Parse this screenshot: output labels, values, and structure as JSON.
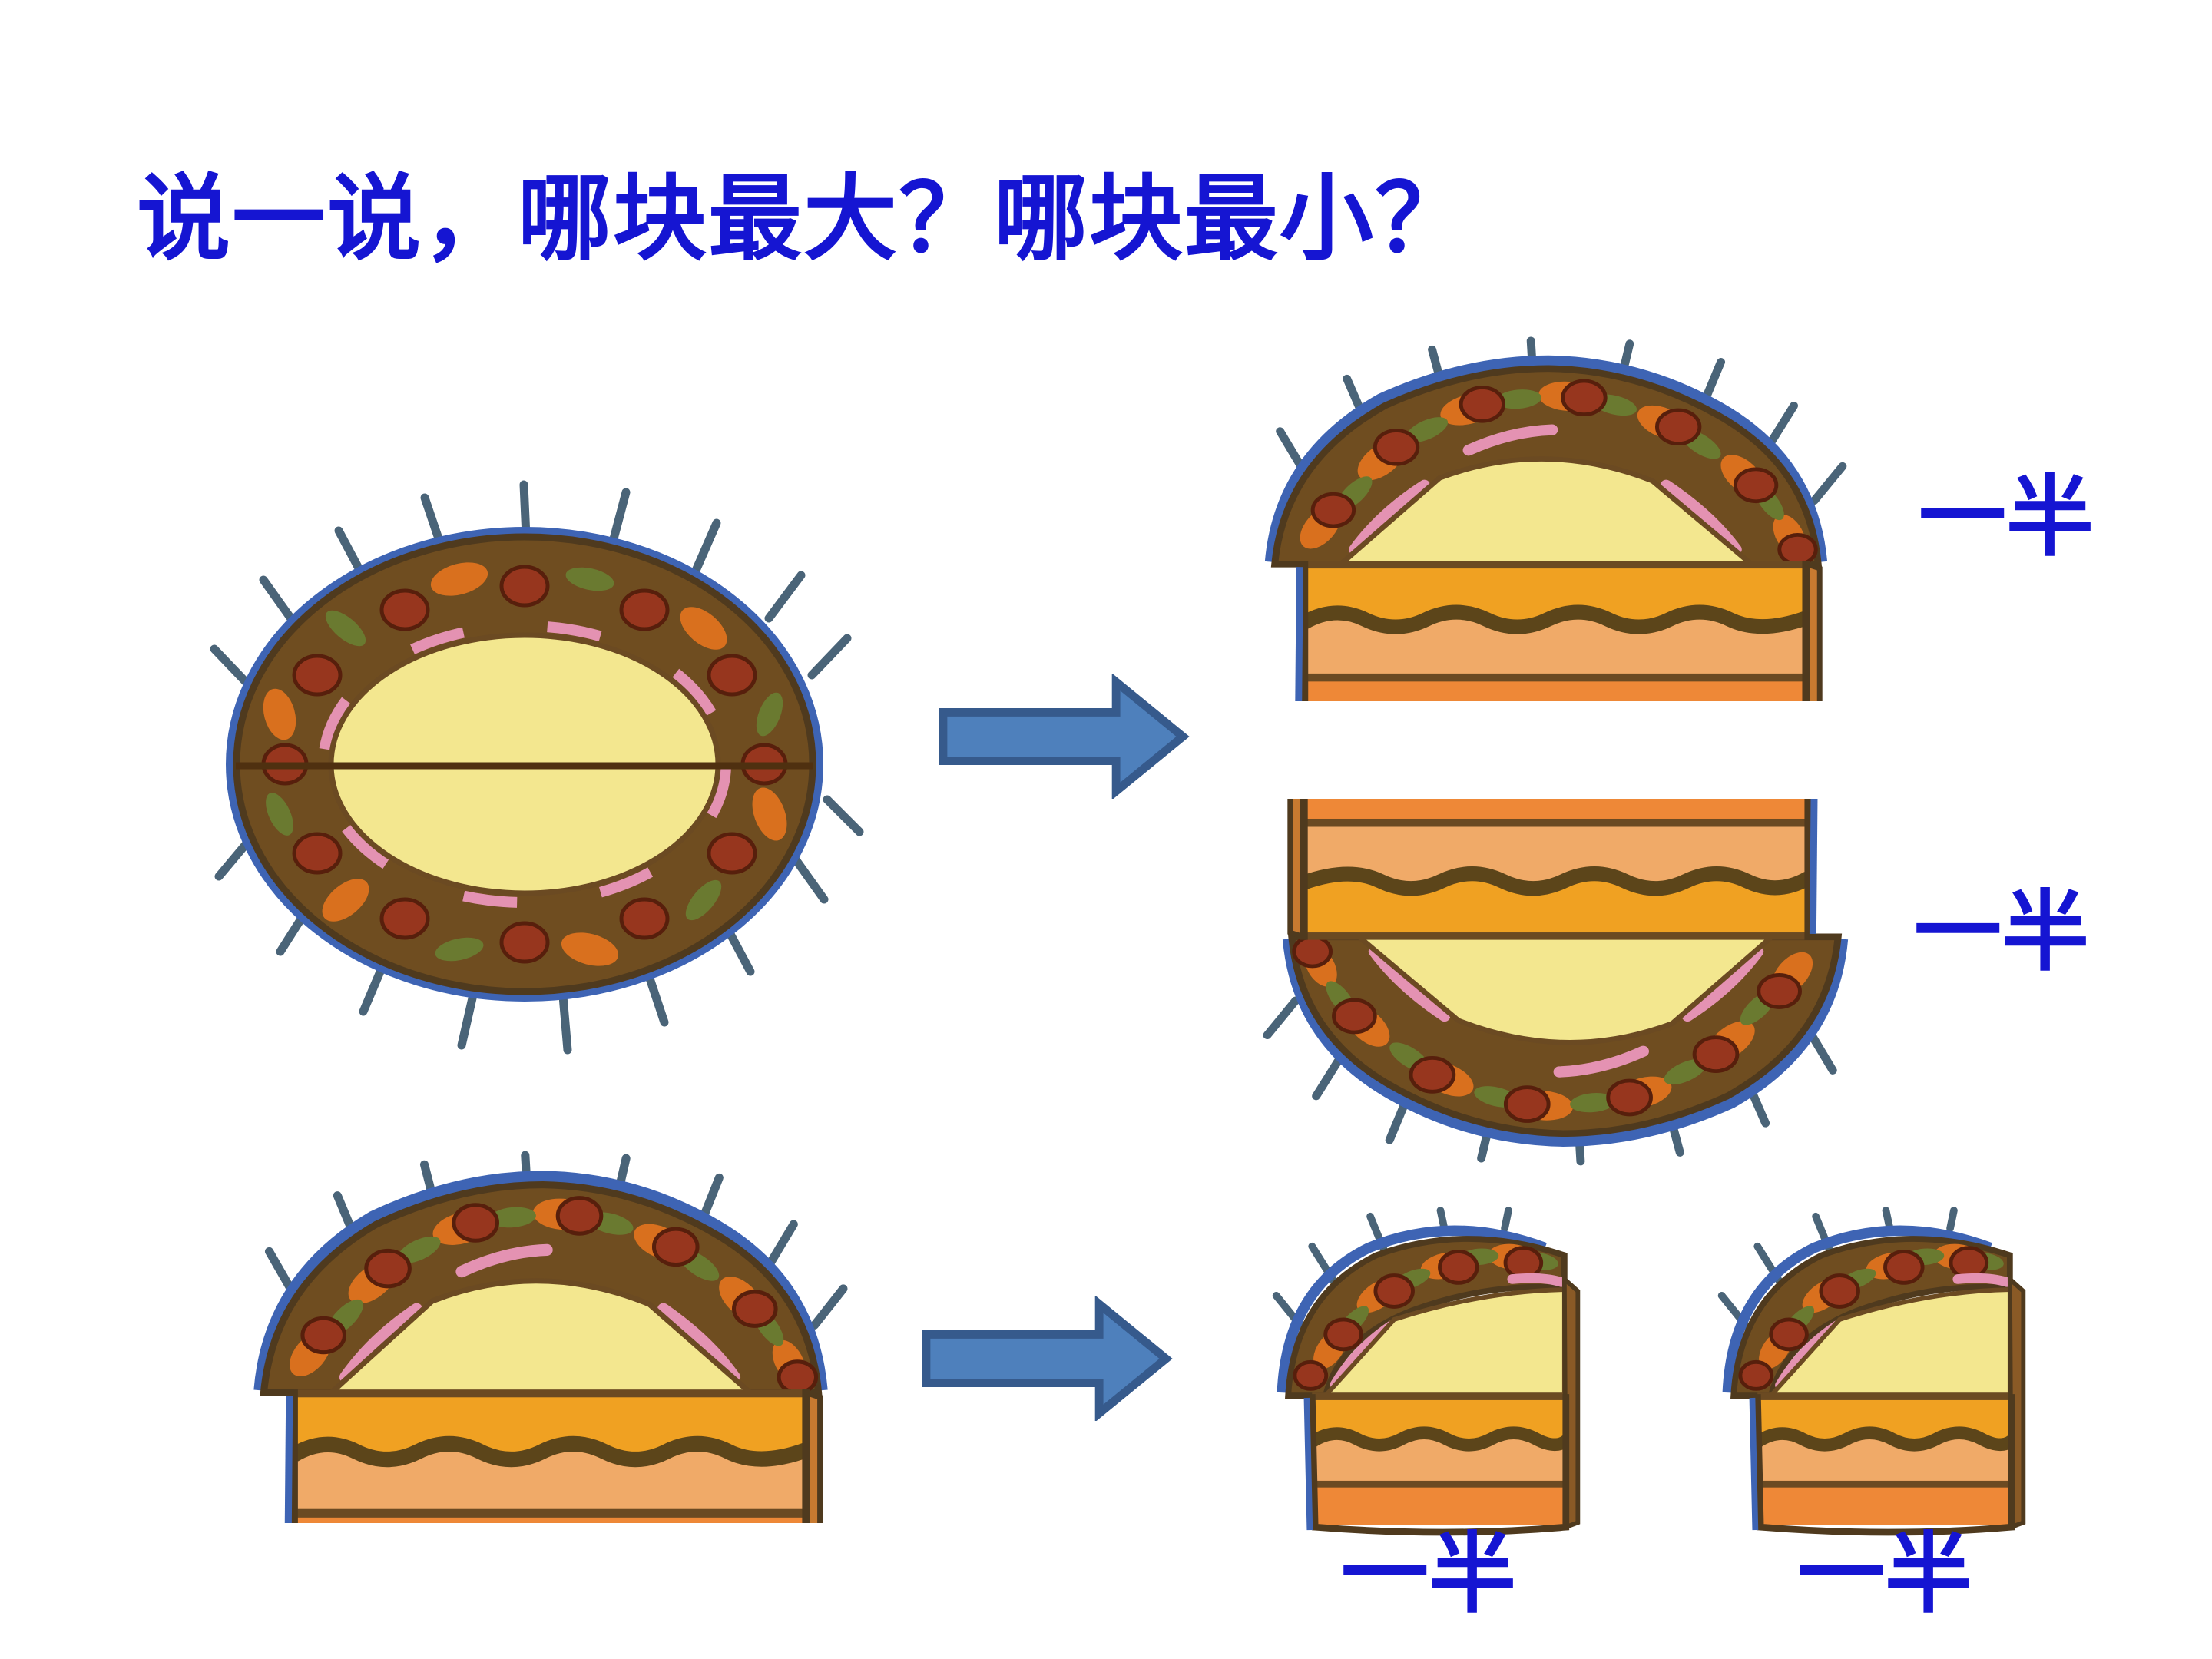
{
  "title": {
    "text": "说一说，哪块最大？哪块最小？",
    "color": "#1515D2"
  },
  "labels": {
    "row1": [
      "一半",
      "一半"
    ],
    "row2": [
      "一半",
      "一半"
    ]
  },
  "icons": {
    "arrow1": "right-arrow",
    "arrow2": "right-arrow"
  },
  "colors": {
    "text_blue": "#1515D2",
    "arrow_fill": "#4E80BC",
    "arrow_border": "#365A8C",
    "cake_custard": "#F3E78F",
    "cake_gold_layer": "#F0A122",
    "cake_sponge_layer": "#F0AA68",
    "cake_base_layer": "#EE8837",
    "cake_chocolate": "#5C451A",
    "cake_rim_brown": "#6F4D20",
    "berry_red": "#97361E",
    "leaf_green": "#6A7A30",
    "ribbon_pink": "#E492B2",
    "outline_blue": "#3E64B4",
    "candle": "#4A6478"
  }
}
